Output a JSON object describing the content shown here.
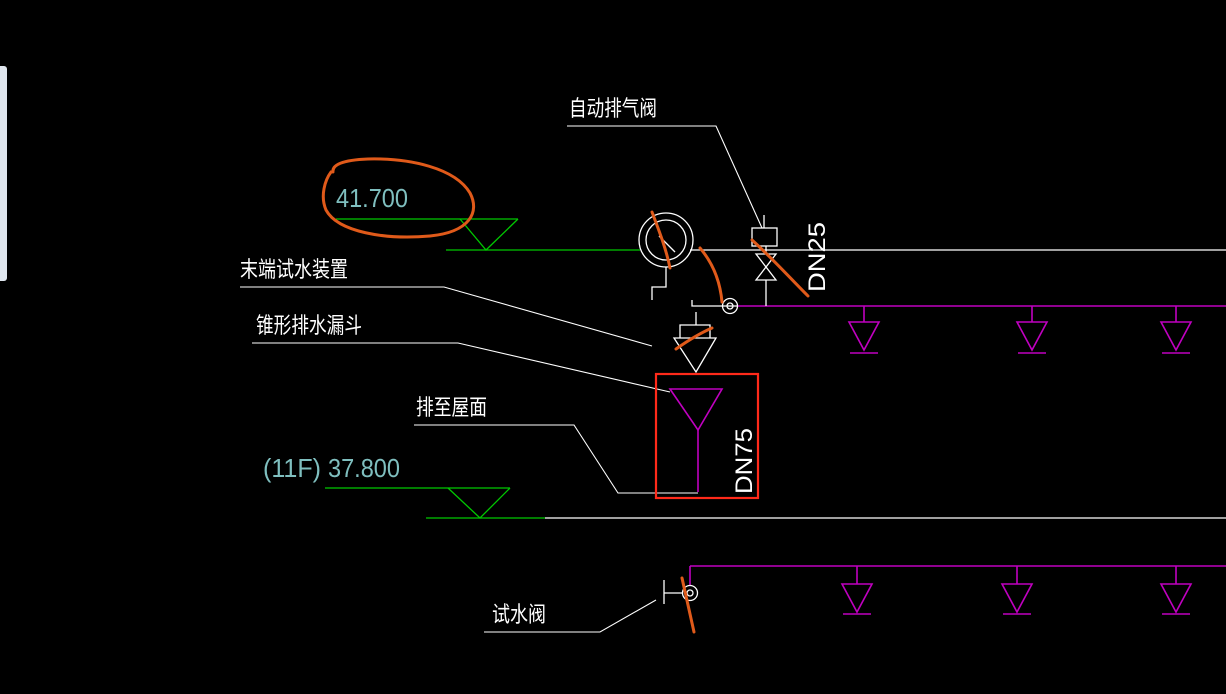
{
  "labels": {
    "air_vent": "自动排气阀",
    "end_test": "末端试水装置",
    "funnel": "锥形排水漏斗",
    "to_roof": "排至屋面",
    "test_valve": "试水阀"
  },
  "elevations": {
    "roof": "41.700",
    "floor_prefix": "(11F)",
    "floor": "37.800"
  },
  "pipe_sizes": {
    "vent": "DN25",
    "drain": "DN75"
  },
  "colors": {
    "background": "#000000",
    "text": "#ffffff",
    "elevation_text": "#7fbfbf",
    "elevation_line": "#00c800",
    "pipe": "#c000c0",
    "annotation": "#e05a1a",
    "highlight": "#ff2a1a"
  }
}
